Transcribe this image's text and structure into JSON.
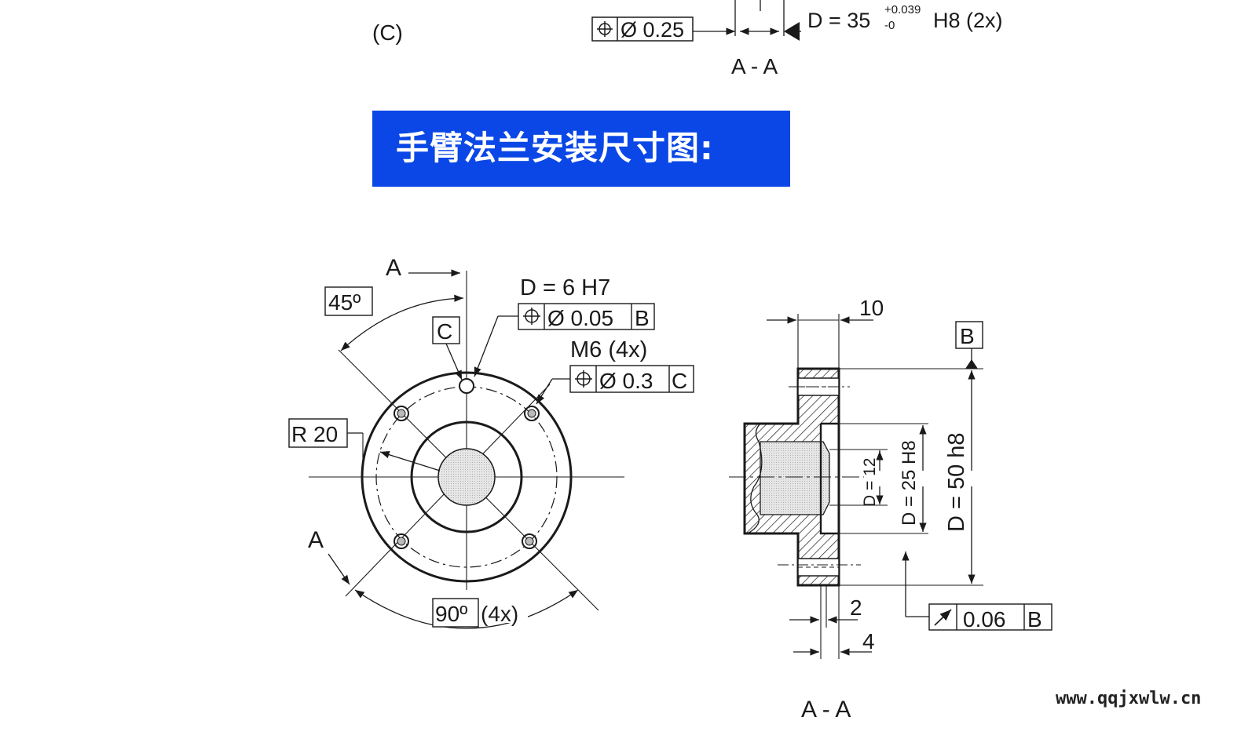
{
  "top_section": {
    "label_c": "(C)",
    "tolerance_symbol": "⌖",
    "tolerance_value": "Ø 0.25",
    "dim_prefix": "D = 35",
    "tol_upper": "+0.039",
    "tol_lower": "-0",
    "dim_suffix": "H8 (2x)",
    "section_label": "A - A"
  },
  "banner": {
    "title": "手臂法兰安装尺寸图:",
    "color": "#0a47e6"
  },
  "front_view": {
    "section_arrow_top": "A",
    "section_arrow_bottom": "A",
    "angle_45": "45º",
    "datum_c": "C",
    "radius": "R 20",
    "pin_hole": "D = 6 H7",
    "pin_tolerance": "Ø 0.05",
    "pin_datum": "B",
    "thread": "M6 (4x)",
    "thread_tolerance": "Ø 0.3",
    "thread_datum": "C",
    "angle_90": "90º",
    "angle_90_count": "(4x)",
    "position_symbol": "⌖"
  },
  "section_view": {
    "dim_10": "10",
    "datum_b": "B",
    "d12": "D = 12",
    "d25": "D = 25 H8",
    "d50": "D = 50 h8",
    "dim_2": "2",
    "dim_4": "4",
    "runout_symbol": "↗",
    "runout_value": "0.06",
    "runout_datum": "B",
    "section_label": "A - A"
  },
  "watermark": "www.qqjxwlw.cn"
}
